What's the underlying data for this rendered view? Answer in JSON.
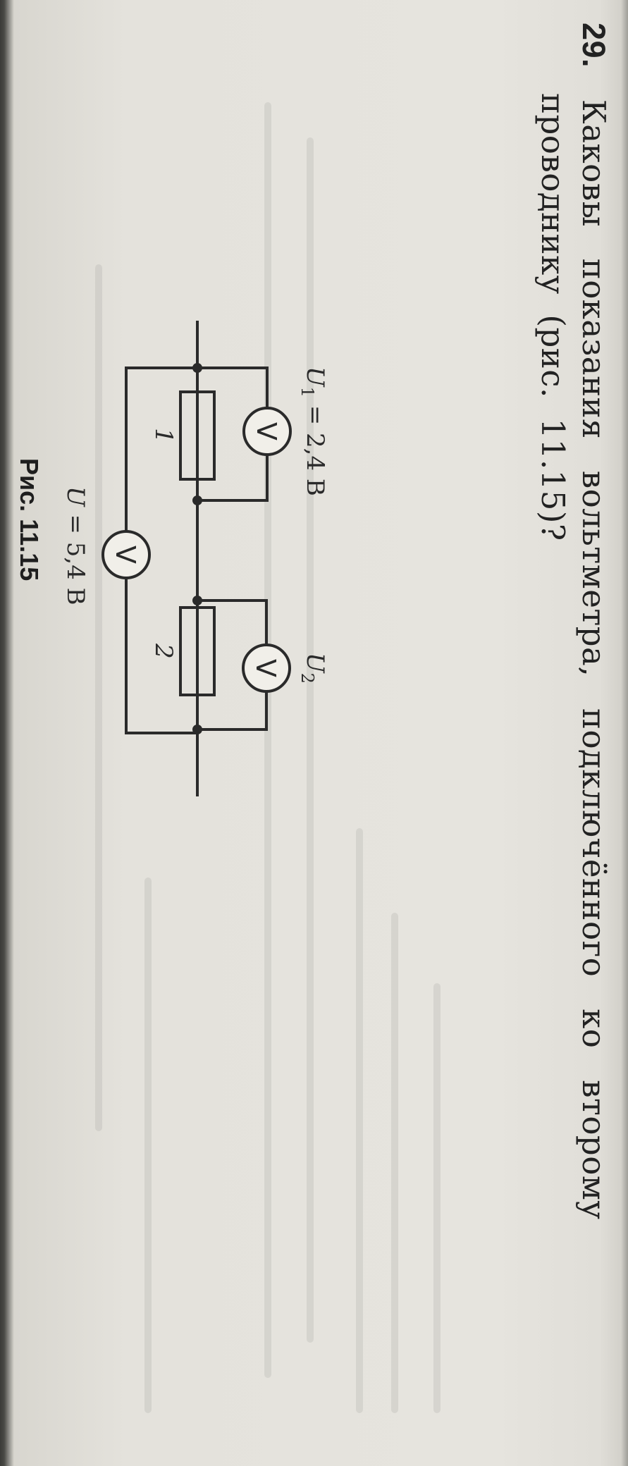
{
  "problem": {
    "number": "29.",
    "line1": "Каковы показания вольтметра, подключённого ко второму",
    "line2": "проводнику (рис. 11.15)?"
  },
  "figure": {
    "u1_label": "U",
    "u1_sub": "1",
    "u1_value": " = 2,4 В",
    "u2_label": "U",
    "u2_sub": "2",
    "u_label": "U",
    "u_value": " = 5,4 В",
    "resistor1": "1",
    "resistor2": "2",
    "meter_symbol": "V",
    "caption": "Рис. 11.15"
  }
}
